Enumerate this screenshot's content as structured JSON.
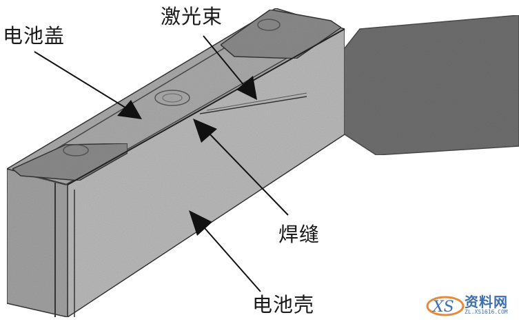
{
  "diagram": {
    "subject": "Laser welding of battery lid to battery shell",
    "labels": {
      "battery_lid": "电池盖",
      "laser_beam": "激光束",
      "weld_seam": "焊缝",
      "battery_shell": "电池壳"
    },
    "colors": {
      "background": "#ffffff",
      "shell_face": "#b4b4b4",
      "shell_top": "#a6a6a6",
      "shell_end": "#9c9c9c",
      "terminal_pad": "#8a8a8a",
      "laser_head": "#6e6e6e",
      "arrow": "#111111",
      "text": "#1a1a1a"
    }
  },
  "watermark": {
    "logo_text": "XS",
    "title": "资料网",
    "url": "ZL.XS1616.COM",
    "color": "#3d6fb0"
  }
}
